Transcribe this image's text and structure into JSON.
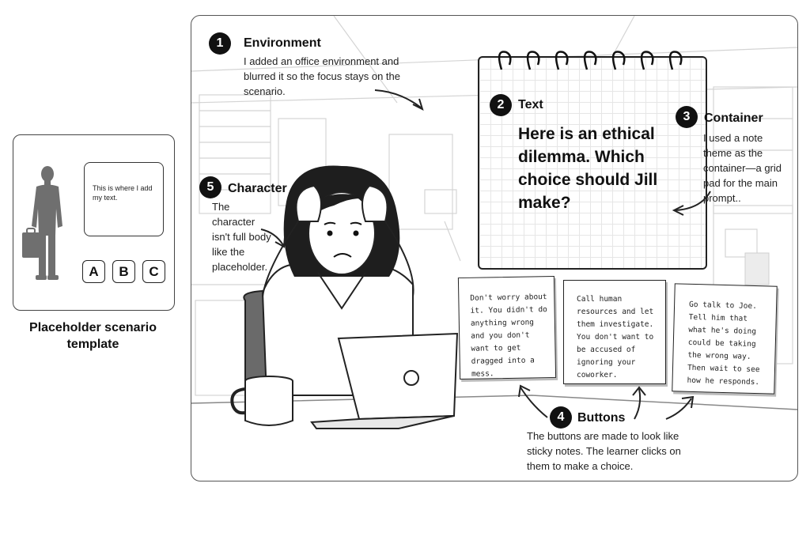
{
  "placeholder": {
    "text": "This is where I add my text.",
    "buttons": [
      "A",
      "B",
      "C"
    ],
    "caption": "Placeholder scenario template"
  },
  "annotations": {
    "environment": {
      "number": "1",
      "title": "Environment",
      "desc": "I added an office environment and blurred it so the focus stays on the scenario."
    },
    "text": {
      "number": "2",
      "title": "Text"
    },
    "container": {
      "number": "3",
      "title": "Container",
      "desc": "I used a note theme as the container—a grid pad for the main prompt.."
    },
    "buttons": {
      "number": "4",
      "title": "Buttons",
      "desc": "The buttons are made to look like sticky notes. The learner clicks on them to make a choice."
    },
    "character": {
      "number": "5",
      "title": "Character",
      "desc": "The character isn't full body like the placeholder."
    }
  },
  "prompt": "Here is an ethical dilemma. Which choice should Jill make?",
  "choices": [
    {
      "text": "Don't worry about it. You didn't do anything wrong and you don't want to get dragged into a mess."
    },
    {
      "text": "Call human resources and let them investigate. You don't want to be accused of ignoring your coworker."
    },
    {
      "text": "Go talk to Joe. Tell him that what he's doing could be taking the wrong way. Then wait to see how he responds."
    }
  ]
}
